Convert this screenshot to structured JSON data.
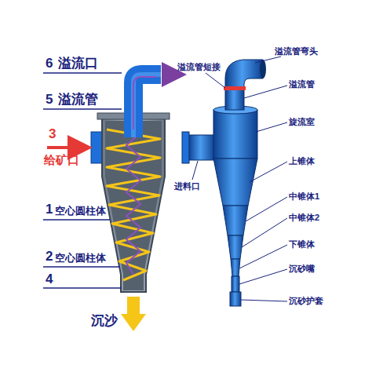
{
  "diagram": {
    "labels": [
      "6",
      "溢流口",
      "5",
      "溢流管",
      "3",
      "给矿口",
      "1",
      "空心圆柱体",
      "2",
      "空心圆柱体",
      "4",
      "沉沙",
      "溢流管短接",
      "溢流管弯头",
      "溢流管",
      "旋流室",
      "上锥体",
      "中锥体1",
      "中锥体2",
      "下锥体",
      "沉砂嘴",
      "沉砂护套",
      "进料口"
    ]
  }
}
